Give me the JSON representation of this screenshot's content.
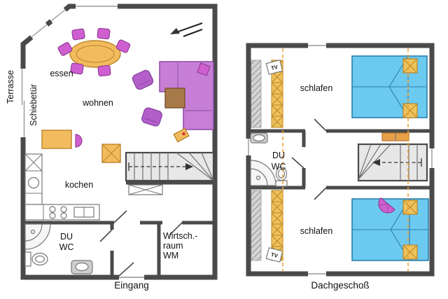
{
  "colors": {
    "wall": "#4a4a4a",
    "text": "#111111",
    "furniture_yellow": "#f2bc5e",
    "furniture_yellow_stroke": "#bb832a",
    "chair_magenta": "#cf5fd0",
    "chair_magenta_stroke": "#933d96",
    "sofa_purple": "#c77fd6",
    "sofa_purple_stroke": "#8b4aa6",
    "armchair_purple": "#b45fc9",
    "table_brown": "#a87948",
    "table_brown_stroke": "#7a5430",
    "bed_blue": "#6cc9ef",
    "bed_blue_stroke": "#2b7fae",
    "stair_fill": "#e7e7e7",
    "storage_yellow": "#eec25a",
    "storage_yellow_stroke": "#b8872a",
    "dash_orange": "#f0a236",
    "shelf_orange": "#e8a048",
    "accent_red": "#d03030",
    "fixture_gray": "#cfcfcf"
  },
  "ground_floor": {
    "labels": {
      "terrasse": "Terrasse",
      "schiebetuer": "Schiebetür",
      "essen": "essen",
      "wohnen": "wohnen",
      "kochen": "kochen",
      "du": "DU",
      "wc": "WC",
      "wirtsch_1": "Wirtsch.-",
      "wirtsch_2": "raum",
      "wirtsch_3": "WM",
      "eingang": "Eingang"
    }
  },
  "upper_floor": {
    "labels": {
      "schlafen_top": "schlafen",
      "schlafen_bottom": "schlafen",
      "du": "DU",
      "wc": "WC",
      "tv_top": "TV",
      "tv_bottom": "TV",
      "floor_name": "Dachgeschoß"
    }
  }
}
